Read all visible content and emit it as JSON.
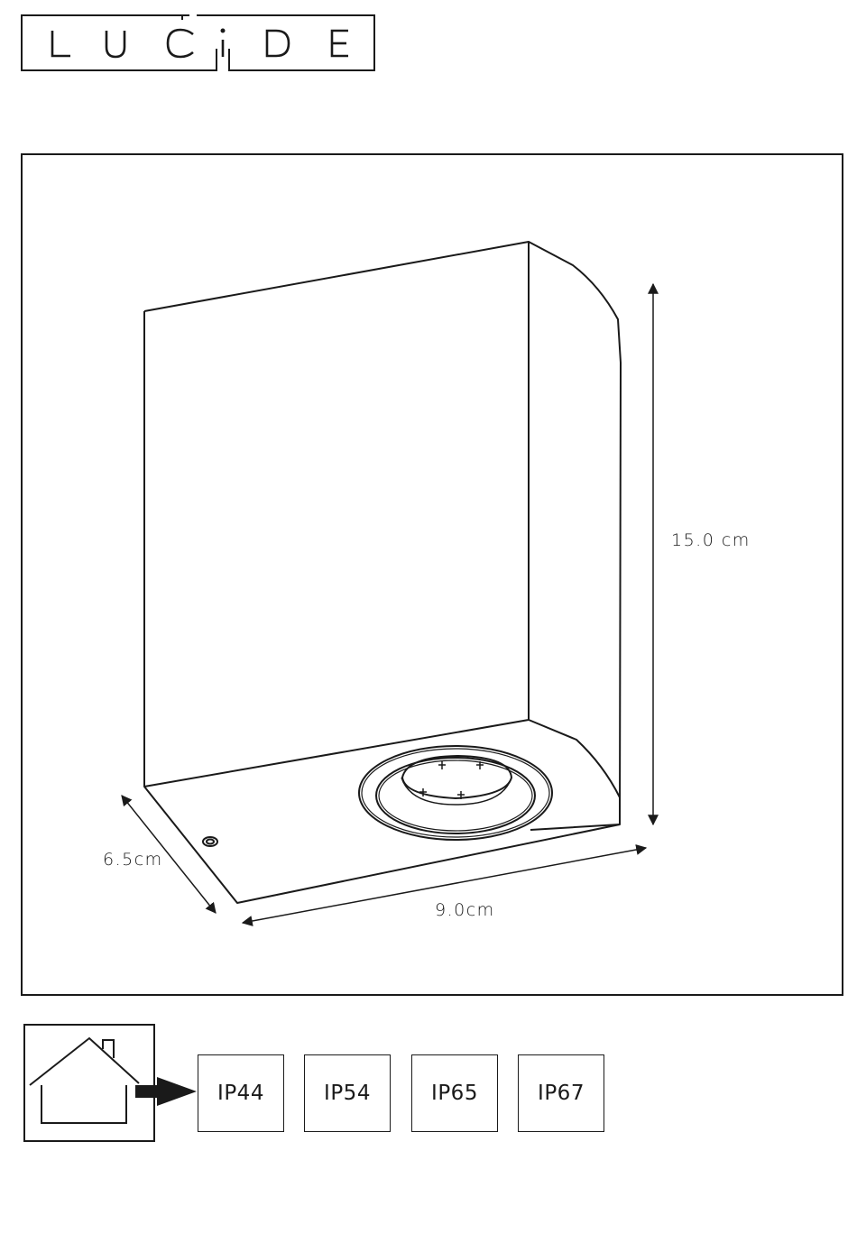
{
  "brand": {
    "logo_text": "LUCIDE",
    "letters": [
      "L",
      "U",
      "C",
      "I",
      "D",
      "E"
    ]
  },
  "dimensions": {
    "height": "15.0 cm",
    "depth": "6.5cm",
    "width": "9.0cm"
  },
  "indoor_outdoor": {
    "icon": "house-icon",
    "arrow_icon": "arrow-right-icon"
  },
  "ip_ratings": [
    "IP44",
    "IP54",
    "IP65",
    "IP67"
  ]
}
